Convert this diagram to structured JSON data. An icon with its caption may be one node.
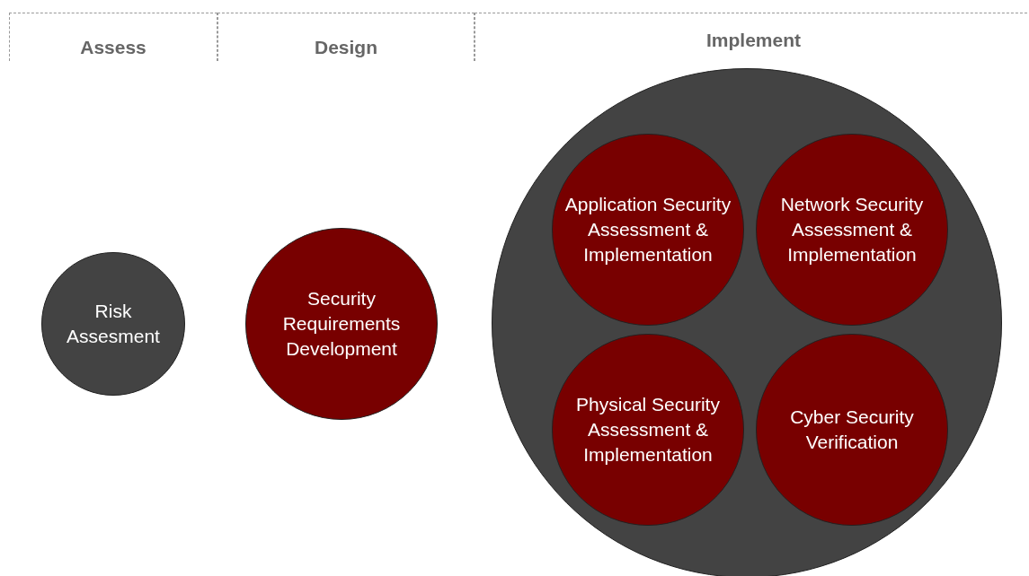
{
  "diagram": {
    "nodes": [
      {
        "text": [
          "Assess"
        ]
      },
      {
        "text": [
          "Design"
        ]
      },
      {
        "text": [
          "Implement"
        ]
      },
      {
        "text": [
          "Risk Assesment"
        ]
      },
      {
        "text": [
          "Security Requirements Development"
        ]
      },
      {
        "text": [],
        "shape": "circle"
      },
      {
        "text": [
          "Application Security Assessment & Implementation"
        ],
        "in": 5
      },
      {
        "text": [
          "Network Security Assessment & Implementation"
        ],
        "in": 5
      },
      {
        "text": [
          "Physical Security Assessment & Implementation"
        ],
        "in": 5
      },
      {
        "text": [
          "Cyber Security Verification"
        ],
        "in": 5
      }
    ]
  }
}
